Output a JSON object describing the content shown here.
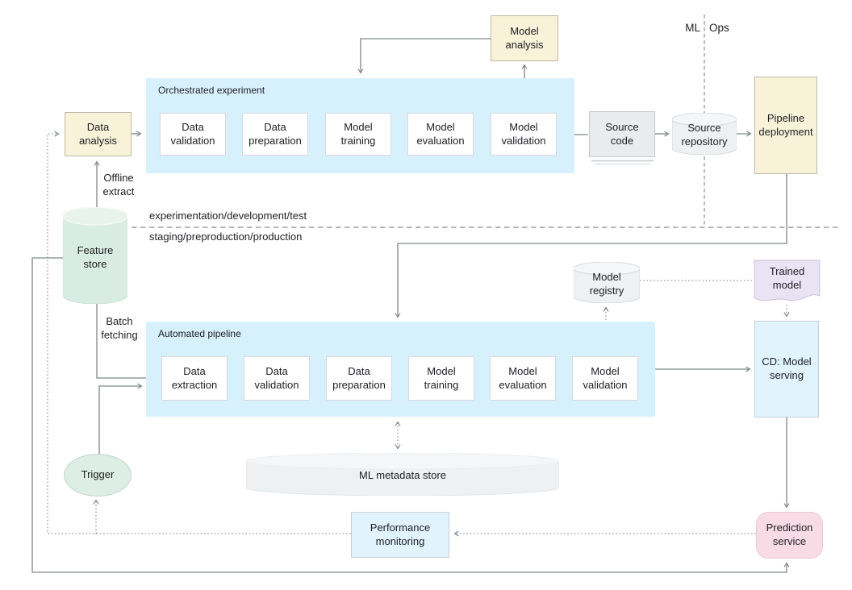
{
  "colors": {
    "text": "#202124",
    "line": "#7f868c",
    "dotted": "#949a9f",
    "cream": "#f8f2d9",
    "cream-border": "#bdb9a6",
    "blue-container": "#d7f1fc",
    "lightblue": "#e1f3fd",
    "lightblue-border": "#c6cfd4",
    "white-border": "#d7d9db",
    "green": "#ddeee5",
    "green-border": "#c6d3cc",
    "graybox": "#e9ebed",
    "graybox-border": "#c6c9cc",
    "cyl": "#eef0f2",
    "cyl-top": "#f5f6f8",
    "cyl-border": "#d8dbdd",
    "green-cyl": "#d9ece3",
    "green-cyl-top": "#e7f3ec",
    "purple": "#eae3f4",
    "purple-border": "#c7c1d6",
    "pink": "#f9dbe6",
    "pink-border": "#eac9d6"
  },
  "header": {
    "ml": "ML",
    "ops": "Ops"
  },
  "separator": {
    "top": "experimentation/development/test",
    "bottom": "staging/preproduction/production"
  },
  "nodes": {
    "model_analysis": "Model analysis",
    "data_analysis": "Data analysis",
    "source_code": "Source code",
    "source_repository": "Source repository",
    "pipeline_deployment": "Pipeline deployment",
    "feature_store": "Feature store",
    "model_registry": "Model registry",
    "trained_model": "Trained model",
    "cd_model_serving": "CD: Model serving",
    "trigger": "Trigger",
    "ml_metadata_store": "ML metadata store",
    "performance_monitoring": "Performance monitoring",
    "prediction_service": "Prediction service"
  },
  "annotations": {
    "offline_extract": "Offline extract",
    "batch_fetching": "Batch fetching"
  },
  "orchestrated": {
    "title": "Orchestrated experiment",
    "steps": [
      "Data validation",
      "Data preparation",
      "Model training",
      "Model evaluation",
      "Model validation"
    ]
  },
  "automated": {
    "title": "Automated pipeline",
    "steps": [
      "Data extraction",
      "Data validation",
      "Data preparation",
      "Model training",
      "Model evaluation",
      "Model validation"
    ]
  }
}
